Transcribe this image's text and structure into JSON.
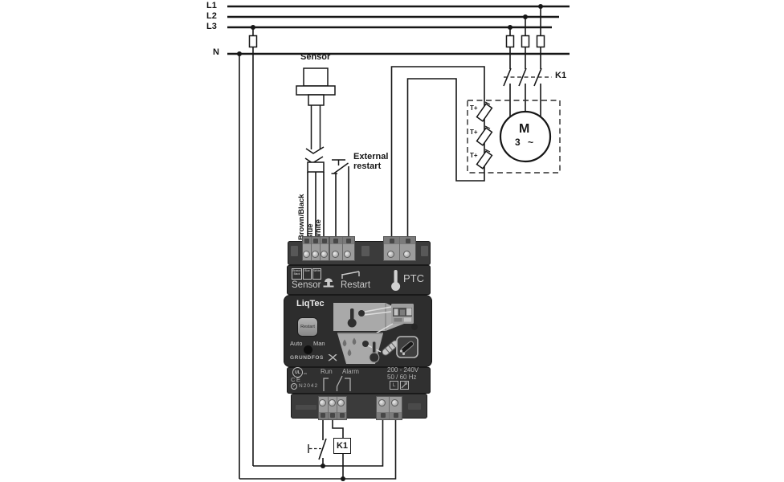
{
  "bus": {
    "l1": "L1",
    "l2": "L2",
    "l3": "L3",
    "n": "N"
  },
  "circuit": {
    "contactor_label": "K1",
    "motor_letter": "M",
    "motor_phase": "3 ~",
    "thermistor_label": "T+",
    "sensor_label": "Sensor",
    "wire_brown_black": "Brown/Black",
    "wire_blue": "Blue",
    "wire_white": "White",
    "external_restart_line1": "External",
    "external_restart_line2": "restart",
    "k1_coil_label": "K1"
  },
  "device": {
    "strip": {
      "sensor": "Sensor",
      "restart": "Restart",
      "ptc": "PTC",
      "table_brown_black": "Brown/Black",
      "table_blue": "Blue",
      "table_white": "White"
    },
    "panel": {
      "brand": "LiqTec",
      "restart_button": "Restart",
      "auto": "Auto",
      "man": "Man",
      "logo": "GRUNDFOS"
    },
    "footer": {
      "run": "Run",
      "alarm": "Alarm",
      "voltage": "200 - 240V",
      "frequency": "50 / 60 Hz",
      "ul": "UL",
      "ul_sub": "us",
      "ce": "CE",
      "approval": "N2042",
      "line": "L",
      "neutral": "N"
    }
  },
  "colors": {
    "wire": "#161616",
    "device_body": "#3b3b3b",
    "device_panel": "#2d2d2d",
    "terminal_block": "#9c9c9c",
    "device_text": "#c9c9c9",
    "background": "#ffffff"
  }
}
